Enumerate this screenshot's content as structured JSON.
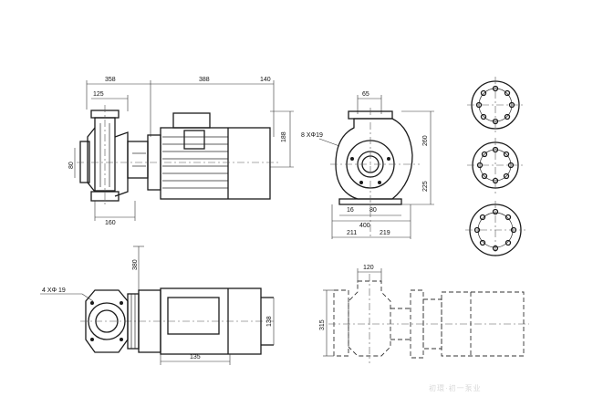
{
  "dimensions": {
    "side_overall_left": "358",
    "side_motor_length": "388",
    "side_fan_length": "140",
    "side_suction_offset": "125",
    "side_height_right": "188",
    "side_flange_height": "80",
    "side_base_width": "160",
    "front_outlet_width": "65",
    "front_bolt_holes": "8  XΦ19",
    "front_height_upper": "260",
    "front_height_lower": "225",
    "front_foot_a": "16",
    "front_foot_b": "80",
    "front_base_width": "400",
    "front_half_left": "211",
    "front_half_right": "219",
    "top_height": "380",
    "top_bolt_holes": "4  XΦ 19",
    "top_motor_height": "138",
    "top_foot_length": "135",
    "outline_top_width": "120",
    "outline_height": "315"
  },
  "watermark": "初環·初一泵业"
}
